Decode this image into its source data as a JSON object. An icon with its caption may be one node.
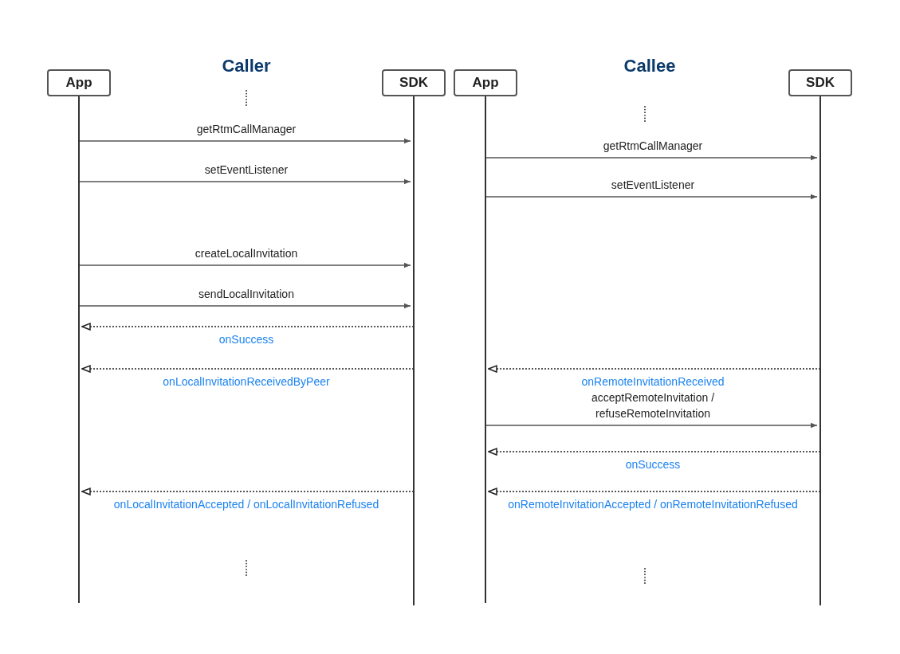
{
  "diagram": {
    "nodes": [
      {
        "text": [
          "App"
        ]
      },
      {
        "text": [
          "SDK"
        ]
      },
      {
        "text": [
          "App"
        ]
      },
      {
        "text": [
          "SDK"
        ]
      }
    ],
    "edges": [
      {
        "from": 0,
        "to": 1,
        "arrow": "to",
        "label": "getRtmCallManager"
      },
      {
        "from": 0,
        "to": 1,
        "arrow": "to",
        "label": "setEventListener"
      },
      {
        "from": 0,
        "to": 1,
        "arrow": "to",
        "label": "createLocalInvitation"
      },
      {
        "from": 0,
        "to": 1,
        "arrow": "to",
        "label": "sendLocalInvitation"
      },
      {
        "from": 1,
        "to": 0,
        "arrow": "to",
        "label": "onSuccess",
        "style": "dashed"
      },
      {
        "from": 1,
        "to": 0,
        "arrow": "to",
        "label": "onLocalInvitationReceivedByPeer",
        "style": "dashed"
      },
      {
        "from": 1,
        "to": 0,
        "arrow": "to",
        "label": "onLocalInvitationAccepted / onLocalInvitationRefused",
        "style": "dashed"
      },
      {
        "from": 2,
        "to": 3,
        "arrow": "to",
        "label": "getRtmCallManager"
      },
      {
        "from": 2,
        "to": 3,
        "arrow": "to",
        "label": "setEventListener"
      },
      {
        "from": 3,
        "to": 2,
        "arrow": "to",
        "label": "onRemoteInvitationReceived",
        "style": "dashed"
      },
      {
        "from": 2,
        "to": 3,
        "arrow": "to",
        "label": "acceptRemoteInvitation / refuseRemoteInvitation"
      },
      {
        "from": 3,
        "to": 2,
        "arrow": "to",
        "label": "onSuccess",
        "style": "dashed"
      },
      {
        "from": 3,
        "to": 2,
        "arrow": "to",
        "label": "onRemoteInvitationAccepted / onRemoteInvitationRefused",
        "style": "dashed"
      }
    ],
    "labels": [
      "Caller",
      "Callee"
    ]
  }
}
